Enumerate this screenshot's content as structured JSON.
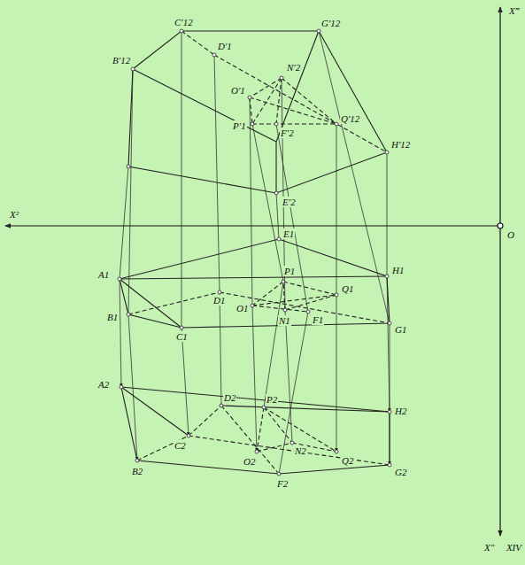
{
  "diagram": {
    "labels": [
      "B′12",
      "C′12",
      "D′1",
      "N′2",
      "G′12",
      "O′1",
      "Q′12",
      "P′1",
      "F′2",
      "H′12",
      "E′2",
      "X²",
      "O",
      "X‴",
      "E1",
      "A1",
      "H1",
      "B1",
      "D1",
      "C1",
      "G1",
      "P1",
      "Q1",
      "O1",
      "N1",
      "F1",
      "A2",
      "D2",
      "H2",
      "P2",
      "O2",
      "N2",
      "Q2",
      "B2",
      "C2",
      "F2",
      "G2",
      "X″",
      "XIV"
    ]
  }
}
